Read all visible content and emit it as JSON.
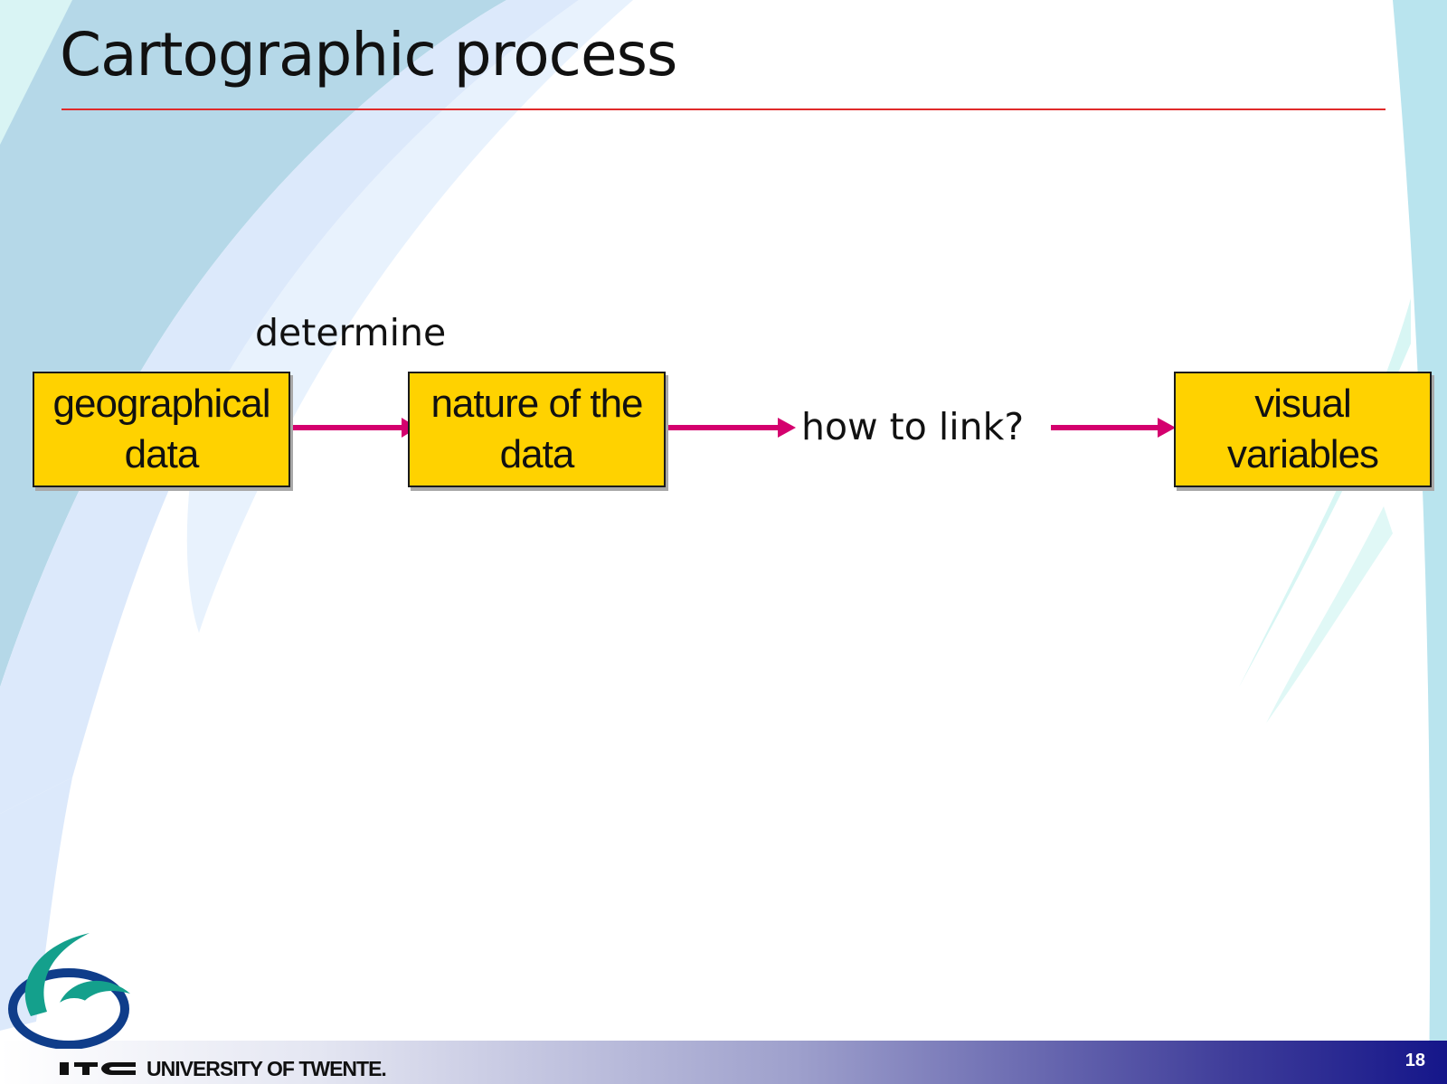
{
  "slide": {
    "title": "Cartographic process",
    "number": "18"
  },
  "footer": {
    "institution": "UNIVERSITY OF TWENTE."
  },
  "diagram": {
    "nodes": [
      {
        "id": "geographical-data",
        "lines": [
          "geographical",
          "data"
        ]
      },
      {
        "id": "nature-of-data",
        "lines": [
          "nature of the",
          "data"
        ]
      },
      {
        "id": "visual-variables",
        "lines": [
          "visual variables"
        ]
      }
    ],
    "edges": [
      {
        "from": "geographical-data",
        "to": "nature-of-data",
        "label": "determine"
      },
      {
        "from": "nature-of-data",
        "to": "visual-variables",
        "label": "how to link?"
      }
    ]
  },
  "colors": {
    "box_fill": "#ffd200",
    "arrow": "#d4006e",
    "title_rule": "#e02a2a",
    "footer_dark": "#15168a"
  },
  "icons": {
    "emblem": "itc-swirl-emblem",
    "wordmark": "itc-wordmark"
  }
}
